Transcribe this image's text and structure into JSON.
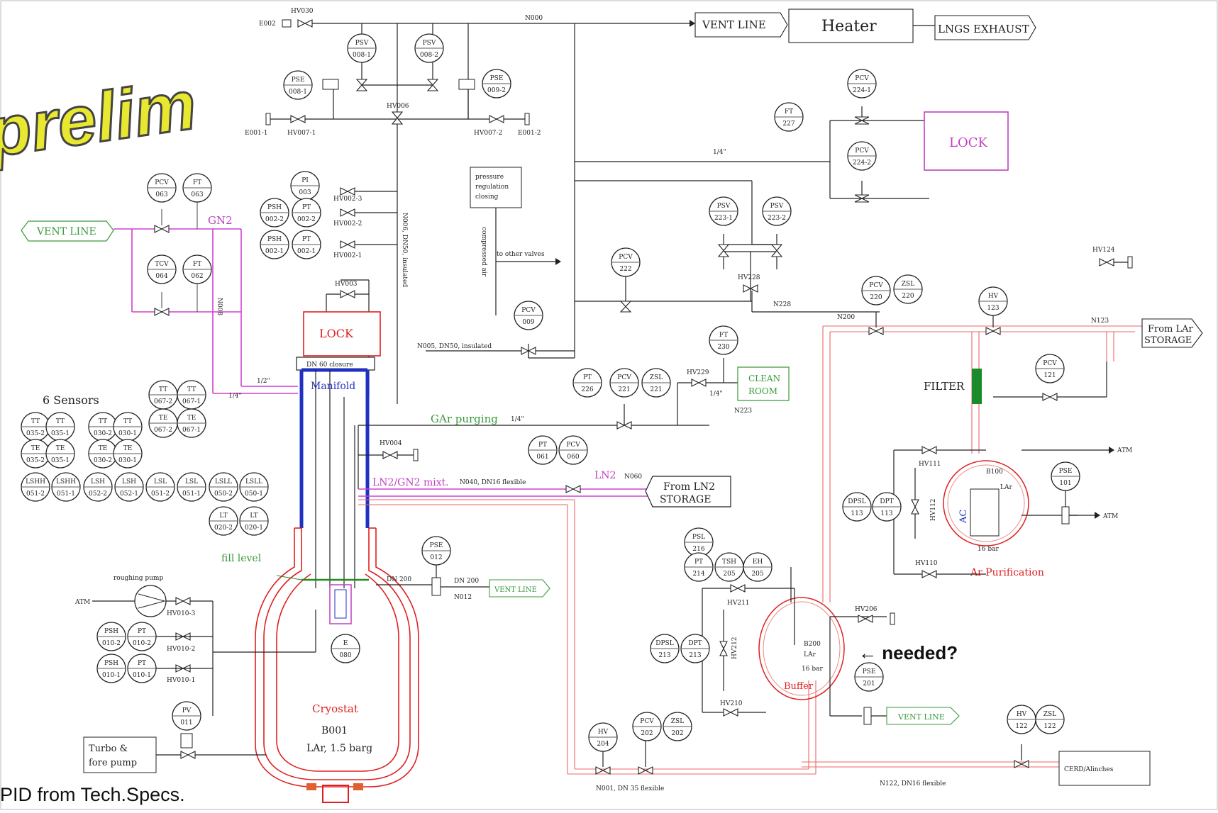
{
  "watermark": {
    "text": "prelim"
  },
  "footer": {
    "caption": "PID from Tech.Specs."
  },
  "annotation": {
    "needed": "← needed?"
  },
  "top_bar": {
    "vent_line": "VENT LINE",
    "heater": "Heater",
    "lngs_exhaust": "LNGS EXHAUST",
    "n000": "N000",
    "hv030": "HV030",
    "e002": "E002"
  },
  "boxes": {
    "lock_top": "LOCK",
    "lock_manifold": "LOCK",
    "vent_line_left": "VENT LINE",
    "clean_room": [
      "CLEAN",
      "ROOM"
    ],
    "from_lar_storage": [
      "From LAr",
      "STORAGE"
    ],
    "from_ln2_storage": [
      "From LN2",
      "STORAGE"
    ],
    "vent_line_mid": "VENT LINE",
    "vent_line_bottom": "VENT LINE",
    "cerdm_inches": "CERD/Alinches",
    "turbo_pump": [
      "Turbo &",
      "fore pump"
    ],
    "pressure_regulation": [
      "pressure",
      "regulation",
      "closing"
    ],
    "dn60_closure": "DN 60 closure"
  },
  "labels": {
    "gn2": "GN2",
    "six_sensors": "6 Sensors",
    "manifold": "Manifold",
    "gar_purging": "GAr purging",
    "ln2_gn2_mixt": "LN2/GN2 mixt.",
    "ln2": "LN2",
    "fill_level": "fill level",
    "filter": "FILTER",
    "ar_purification": "Ar Purification",
    "cryostat": "Cryostat",
    "b001": "B001",
    "lar_15barg": "LAr, 1.5 barg",
    "buffer": "Buffer",
    "b200": "B200",
    "lar": "LAr",
    "bar16": "16 bar",
    "b100": "B100",
    "ac": "AC",
    "roughing_pump": "roughing pump",
    "to_other_valves": "to other valves",
    "compressed_air": "compressed air",
    "n_insulated": "N006, DN50, insulated",
    "n005": "N005, DN50, insulated",
    "n040": "N040, DN16 flexible",
    "n060": "N060",
    "n001": "N001, DN 35 flexible",
    "n122": "N122, DN16 flexible",
    "dn200": "DN 200",
    "n012": "N012",
    "n228": "N228",
    "n200": "N200",
    "n123": "N123",
    "quarter": "1/4\"",
    "half": "1/2\"",
    "atm": "ATM",
    "i1_4": "1/4\"",
    "n223": "N223"
  },
  "valves": {
    "hv002_3": "HV002-3",
    "hv002_2": "HV002-2",
    "hv002_1": "HV002-1",
    "hv003": "HV003",
    "hv004": "HV004",
    "hv006": "HV006",
    "hv007_1": "HV007-1",
    "hv007_2": "HV007-2",
    "e001_1": "E001-1",
    "e001_2": "E001-2",
    "hv010_3": "HV010-3",
    "hv010_2": "HV010-2",
    "hv010_1": "HV010-1",
    "hv228": "HV228",
    "hv229": "HV229",
    "hv124": "HV124",
    "hv111": "HV111",
    "hv112": "HV112",
    "hv110": "HV110",
    "hv211": "HV211",
    "hv212": "HV212",
    "hv210": "HV210",
    "hv206": "HV206"
  },
  "instruments": [
    {
      "id": "pcv063",
      "l1": "PCV",
      "l2": "063"
    },
    {
      "id": "ft063",
      "l1": "FT",
      "l2": "063"
    },
    {
      "id": "tcv064",
      "l1": "TCV",
      "l2": "064"
    },
    {
      "id": "ft062",
      "l1": "FT",
      "l2": "062"
    },
    {
      "id": "pi003",
      "l1": "PI",
      "l2": "003"
    },
    {
      "id": "psh002_2",
      "l1": "PSH",
      "l2": "002-2"
    },
    {
      "id": "pt002_2",
      "l1": "PT",
      "l2": "002-2"
    },
    {
      "id": "psh002_1",
      "l1": "PSH",
      "l2": "002-1"
    },
    {
      "id": "pt002_1",
      "l1": "PT",
      "l2": "002-1"
    },
    {
      "id": "pse008_1",
      "l1": "PSE",
      "l2": "008-1"
    },
    {
      "id": "psv008_1",
      "l1": "PSV",
      "l2": "008-1"
    },
    {
      "id": "psv008_2",
      "l1": "PSV",
      "l2": "008-2"
    },
    {
      "id": "pse009_2",
      "l1": "PSE",
      "l2": "009-2"
    },
    {
      "id": "pcv224_1",
      "l1": "PCV",
      "l2": "224-1"
    },
    {
      "id": "ft227",
      "l1": "FT",
      "l2": "227"
    },
    {
      "id": "pcv224_2",
      "l1": "PCV",
      "l2": "224-2"
    },
    {
      "id": "psv223_1",
      "l1": "PSV",
      "l2": "223-1"
    },
    {
      "id": "psv223_2",
      "l1": "PSV",
      "l2": "223-2"
    },
    {
      "id": "pcv222",
      "l1": "PCV",
      "l2": "222"
    },
    {
      "id": "pcv009",
      "l1": "PCV",
      "l2": "009"
    },
    {
      "id": "pcv220",
      "l1": "PCV",
      "l2": "220"
    },
    {
      "id": "zsl220",
      "l1": "ZSL",
      "l2": "220"
    },
    {
      "id": "hv123",
      "l1": "HV",
      "l2": "123"
    },
    {
      "id": "ft230",
      "l1": "FT",
      "l2": "230"
    },
    {
      "id": "pt226",
      "l1": "PT",
      "l2": "226"
    },
    {
      "id": "pcv221",
      "l1": "PCV",
      "l2": "221"
    },
    {
      "id": "zsl221",
      "l1": "ZSL",
      "l2": "221"
    },
    {
      "id": "pcv121",
      "l1": "PCV",
      "l2": "121"
    },
    {
      "id": "tt067_2",
      "l1": "TT",
      "l2": "067-2"
    },
    {
      "id": "tt067_1",
      "l1": "TT",
      "l2": "067-1"
    },
    {
      "id": "te067_2",
      "l1": "TE",
      "l2": "067-2"
    },
    {
      "id": "te067_1",
      "l1": "TE",
      "l2": "067-1"
    },
    {
      "id": "tt035_2",
      "l1": "TT",
      "l2": "035-2"
    },
    {
      "id": "tt035_1",
      "l1": "TT",
      "l2": "035-1"
    },
    {
      "id": "tt030_2",
      "l1": "TT",
      "l2": "030-2"
    },
    {
      "id": "tt030_1",
      "l1": "TT",
      "l2": "030-1"
    },
    {
      "id": "te035_2",
      "l1": "TE",
      "l2": "035-2"
    },
    {
      "id": "te035_1",
      "l1": "TE",
      "l2": "035-1"
    },
    {
      "id": "te030_2",
      "l1": "TE",
      "l2": "030-2"
    },
    {
      "id": "te030_1",
      "l1": "TE",
      "l2": "030-1"
    },
    {
      "id": "lshh051_2",
      "l1": "LSHH",
      "l2": "051-2"
    },
    {
      "id": "lshh051_1",
      "l1": "LSHH",
      "l2": "051-1"
    },
    {
      "id": "lsh052_2",
      "l1": "LSH",
      "l2": "052-2"
    },
    {
      "id": "lsh052_1",
      "l1": "LSH",
      "l2": "052-1"
    },
    {
      "id": "lsl051_2",
      "l1": "LSL",
      "l2": "051-2"
    },
    {
      "id": "lsl051_1",
      "l1": "LSL",
      "l2": "051-1"
    },
    {
      "id": "lsll050_2",
      "l1": "LSLL",
      "l2": "050-2"
    },
    {
      "id": "lsll050_1",
      "l1": "LSLL",
      "l2": "050-1"
    },
    {
      "id": "lt020_2",
      "l1": "LT",
      "l2": "020-2"
    },
    {
      "id": "lt020_1",
      "l1": "LT",
      "l2": "020-1"
    },
    {
      "id": "pt061",
      "l1": "PT",
      "l2": "061"
    },
    {
      "id": "pcv060",
      "l1": "PCV",
      "l2": "060"
    },
    {
      "id": "pse012",
      "l1": "PSE",
      "l2": "012"
    },
    {
      "id": "pse101",
      "l1": "PSE",
      "l2": "101"
    },
    {
      "id": "dpsl113",
      "l1": "DPSL",
      "l2": "113"
    },
    {
      "id": "dpt113",
      "l1": "DPT",
      "l2": "113"
    },
    {
      "id": "psl216",
      "l1": "PSL",
      "l2": "216"
    },
    {
      "id": "pt214",
      "l1": "PT",
      "l2": "214"
    },
    {
      "id": "tsh205",
      "l1": "TSH",
      "l2": "205"
    },
    {
      "id": "eh205",
      "l1": "EH",
      "l2": "205"
    },
    {
      "id": "e080",
      "l1": "E",
      "l2": "080"
    },
    {
      "id": "psh010_2",
      "l1": "PSH",
      "l2": "010-2"
    },
    {
      "id": "pt010_2",
      "l1": "PT",
      "l2": "010-2"
    },
    {
      "id": "psh010_1",
      "l1": "PSH",
      "l2": "010-1"
    },
    {
      "id": "pt010_1",
      "l1": "PT",
      "l2": "010-1"
    },
    {
      "id": "dpsl213",
      "l1": "DPSL",
      "l2": "213"
    },
    {
      "id": "dpt213",
      "l1": "DPT",
      "l2": "213"
    },
    {
      "id": "pse201",
      "l1": "PSE",
      "l2": "201"
    },
    {
      "id": "pv011",
      "l1": "PV",
      "l2": "011"
    },
    {
      "id": "pcv202",
      "l1": "PCV",
      "l2": "202"
    },
    {
      "id": "zsl202",
      "l1": "ZSL",
      "l2": "202"
    },
    {
      "id": "hv204",
      "l1": "HV",
      "l2": "204"
    },
    {
      "id": "hv122",
      "l1": "HV",
      "l2": "122"
    },
    {
      "id": "zsl122",
      "l1": "ZSL",
      "l2": "122"
    }
  ]
}
